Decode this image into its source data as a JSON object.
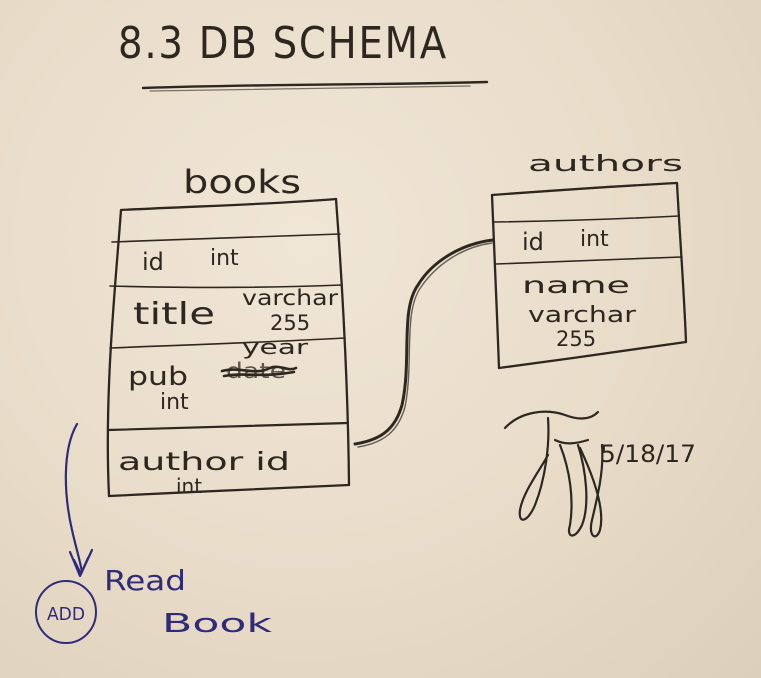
{
  "title": "8.3 DB SCHEMA",
  "colors": {
    "paper": "#ece1cf",
    "ink_black": "#2e2720",
    "ink_blue": "#2f2b78"
  },
  "tables": {
    "books": {
      "name": "books",
      "fields": [
        {
          "name": "id",
          "type": "int"
        },
        {
          "name": "title",
          "type": "varchar",
          "type_extra": "255"
        },
        {
          "name": "pub",
          "type_correction": "year",
          "struck_text": "date",
          "type": "int"
        },
        {
          "name": "author id",
          "type": "int"
        }
      ]
    },
    "authors": {
      "name": "authors",
      "fields": [
        {
          "name": "id",
          "type": "int"
        },
        {
          "name": "name",
          "type": "varchar",
          "type_extra": "255"
        }
      ]
    }
  },
  "relationships": [
    {
      "from": "books.author id",
      "to": "authors.id"
    }
  ],
  "annotation": {
    "badge": "ADD",
    "line1": "Read",
    "line2": "Book"
  },
  "signature": {
    "date": "5/18/17"
  }
}
